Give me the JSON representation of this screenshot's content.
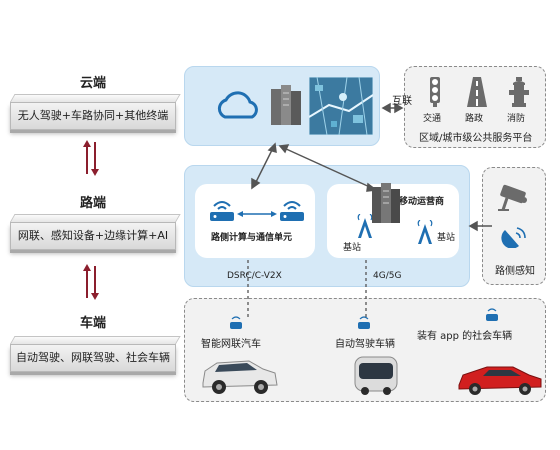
{
  "tiers": {
    "cloud": {
      "title": "云端",
      "desc": "无人驾驶+车路协同+其他终端"
    },
    "road": {
      "title": "路端",
      "desc": "网联、感知设备+边缘计算+AI"
    },
    "vehicle": {
      "title": "车端",
      "desc": "自动驾驶、网联驾驶、社会车辆"
    }
  },
  "cloud_panel": {
    "link_label": "互联"
  },
  "public_platform": {
    "items": [
      {
        "label": "交通",
        "icon": "traffic-light-icon"
      },
      {
        "label": "路政",
        "icon": "road-icon"
      },
      {
        "label": "消防",
        "icon": "fire-hydrant-icon"
      }
    ],
    "title": "区域/城市级公共服务平台"
  },
  "road_panel": {
    "rsu_label": "路侧计算与通信单元",
    "operator_label": "移动运营商",
    "base_station_left": "基站",
    "base_station_right": "基站",
    "link_left": "DSRC/C-V2X",
    "link_right": "4G/5G"
  },
  "sensor": {
    "label": "路侧感知"
  },
  "vehicles": [
    {
      "label": "智能网联汽车",
      "icon": "suv-icon"
    },
    {
      "label": "自动驾驶车辆",
      "icon": "autonomous-bus-icon"
    },
    {
      "label": "装有 app 的社会车辆",
      "icon": "sedan-icon"
    }
  ],
  "colors": {
    "panel_blue": "#d6e9f7",
    "accent_blue": "#1f6fb2",
    "arrow_red": "#8b1e2d",
    "dashed_gray": "#8a8a8a"
  }
}
